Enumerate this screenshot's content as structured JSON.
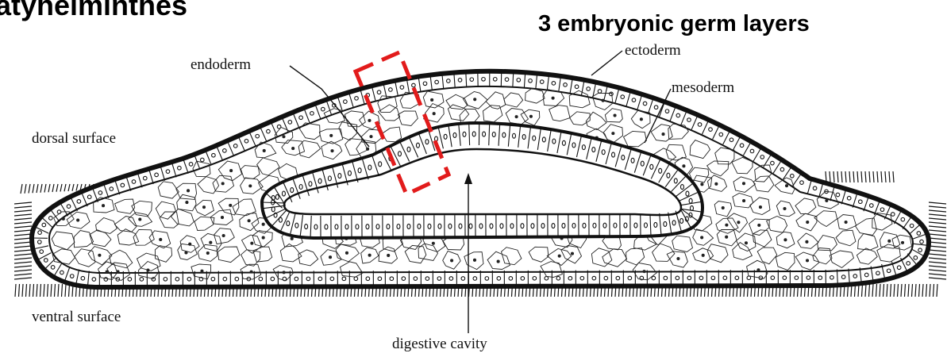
{
  "header": {
    "title_left": "atyhelminthes",
    "title_right": "3 embryonic germ layers"
  },
  "labels": {
    "endoderm": "endoderm",
    "ectoderm": "ectoderm",
    "mesoderm": "mesoderm",
    "dorsal_surface": "dorsal surface",
    "ventral_surface": "ventral surface",
    "digestive_cavity": "digestive cavity"
  },
  "colors": {
    "line": "#111111",
    "highlight_box": "#e21b1b",
    "background": "#ffffff"
  }
}
